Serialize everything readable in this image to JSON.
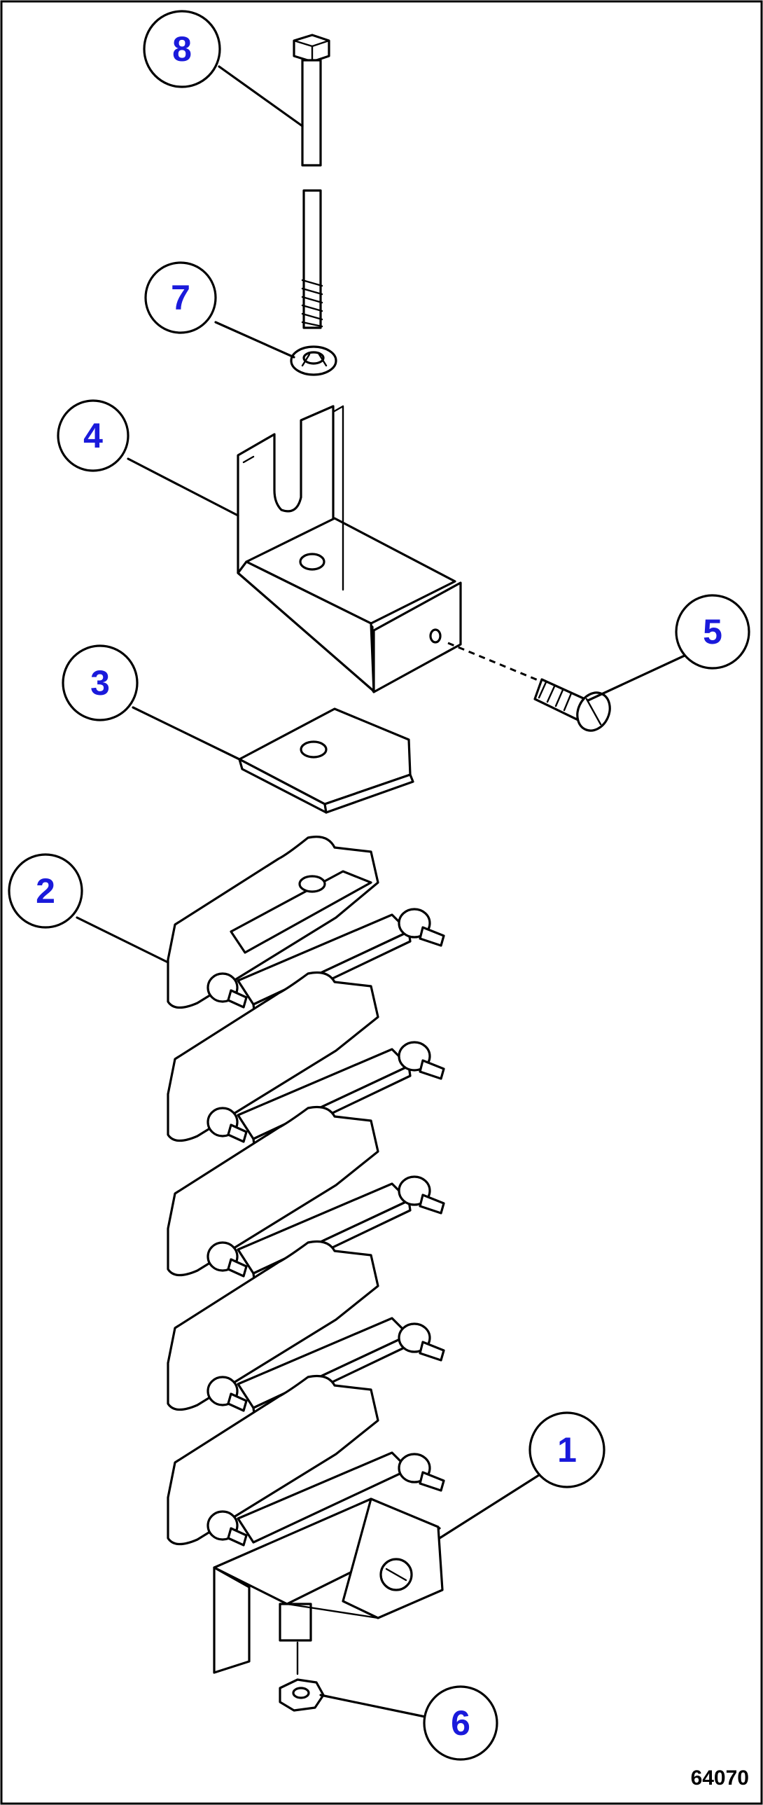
{
  "diagram": {
    "callouts": [
      {
        "label": "1",
        "part": "terminal-block-bracket"
      },
      {
        "label": "2",
        "part": "terminal-block"
      },
      {
        "label": "3",
        "part": "marker-plate"
      },
      {
        "label": "4",
        "part": "mounting-bracket"
      },
      {
        "label": "5",
        "part": "screw"
      },
      {
        "label": "6",
        "part": "nut"
      },
      {
        "label": "7",
        "part": "lock-washer"
      },
      {
        "label": "8",
        "part": "bolt"
      }
    ],
    "figure_code": "64070"
  }
}
